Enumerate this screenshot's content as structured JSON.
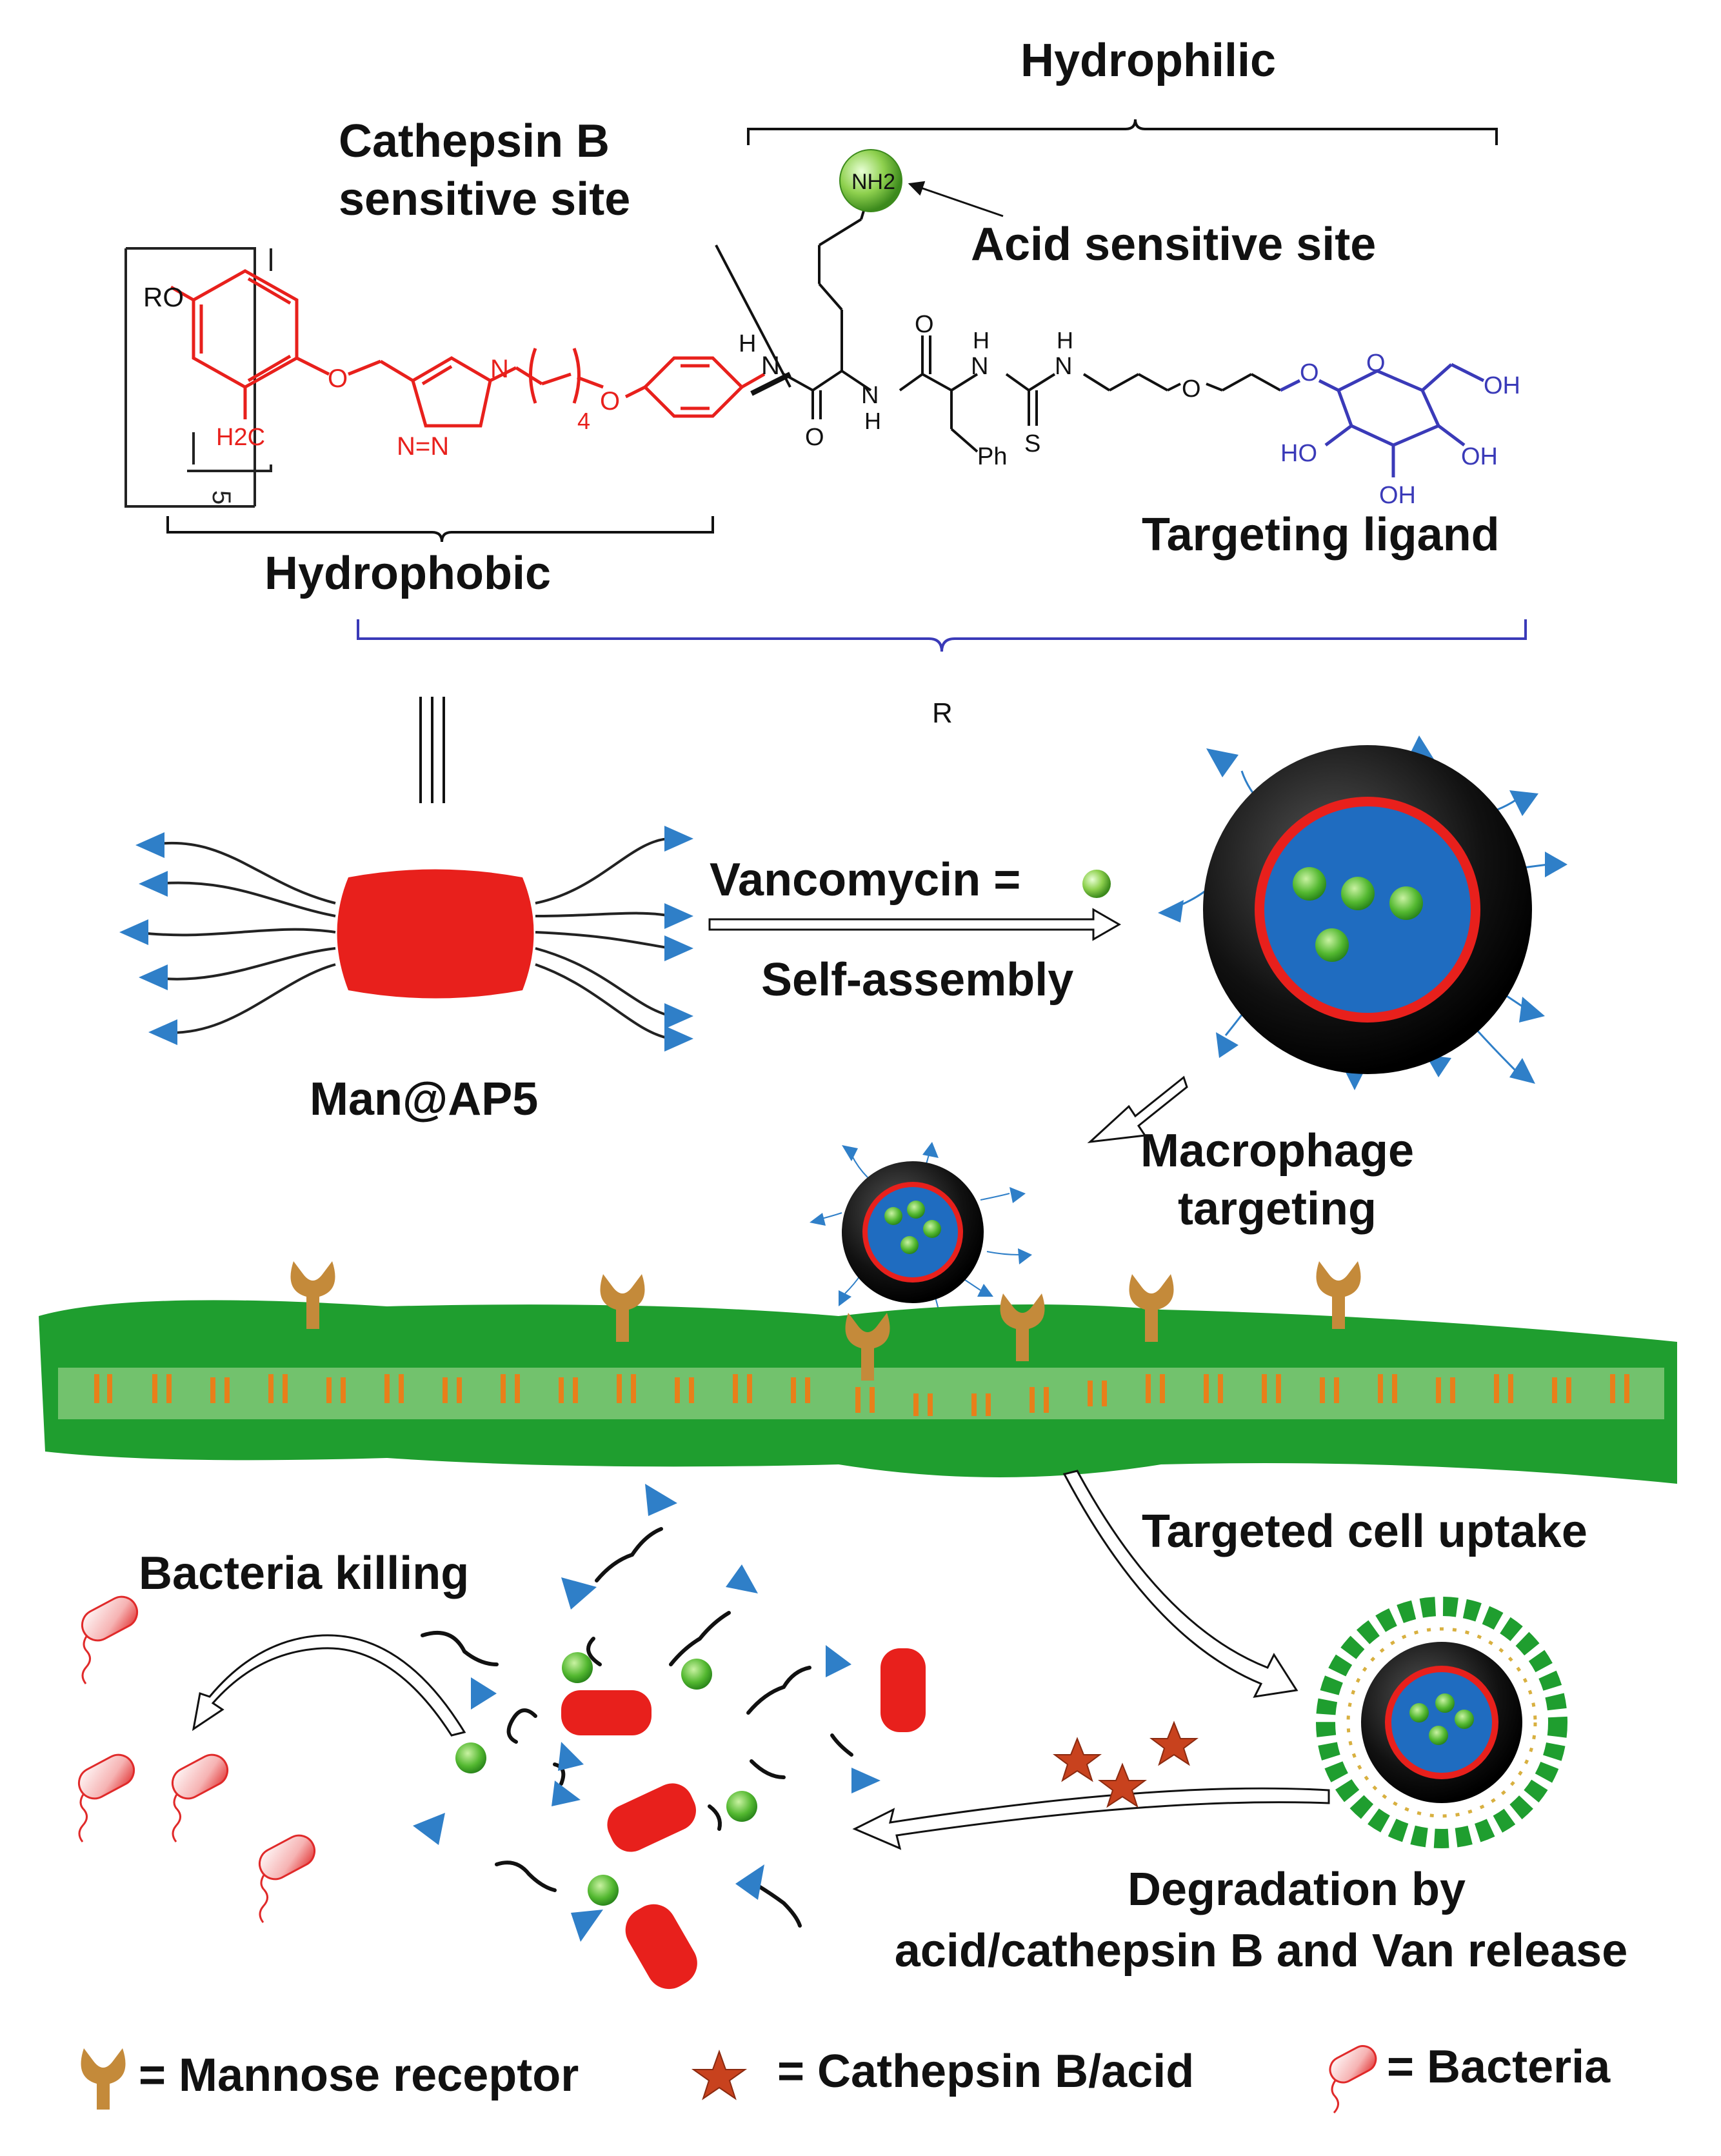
{
  "labels": {
    "hydrophilic": "Hydrophilic",
    "cathepsin_site_line1": "Cathepsin B",
    "cathepsin_site_line2": "sensitive site",
    "acid_site": "Acid sensitive site",
    "hydrophobic": "Hydrophobic",
    "targeting_ligand": "Targeting ligand",
    "r_label": "R",
    "vancomycin": "Vancomycin = ",
    "self_assembly": "Self-assembly",
    "man_ap5": "Man@AP5",
    "macrophage_line1": "Macrophage",
    "macrophage_line2": "targeting",
    "targeted_uptake": "Targeted cell uptake",
    "bacteria_killing": "Bacteria killing",
    "degradation_line1": "Degradation by",
    "degradation_line2": "acid/cathepsin B and Van release"
  },
  "atoms": {
    "ro": "RO",
    "o_ether": "O",
    "h2c": "H2C",
    "n1": "N",
    "n2": "N=N",
    "ring_count": "5",
    "chain_count": "4",
    "o_link": "O",
    "nh": "N",
    "h": "H",
    "nh2": "NH2",
    "o_carbonyl1": "O",
    "o_carbonyl2": "O",
    "s": "S",
    "ph": "Ph",
    "o_peg": "O",
    "o_glyco": "O",
    "o_ring": "O",
    "oh1": "OH",
    "oh2": "HO",
    "oh3": "OH",
    "oh4": "OH"
  },
  "legend": {
    "receptor": "= Mannose receptor",
    "cathepsin": "= Cathepsin B/acid",
    "bacteria": "=  Bacteria"
  },
  "colors": {
    "hydrophobic_red": "#e8201c",
    "ligand_blue": "#3a3ab8",
    "arrow_blue": "#2f7fc8",
    "membrane_green": "#1f9e2f",
    "lipid_orange": "#e87f1a",
    "receptor_gold": "#c48a3a",
    "star_red": "#c8421e",
    "vesicle_blue": "#1f6cc0",
    "drug_green": "#8fd14f"
  }
}
